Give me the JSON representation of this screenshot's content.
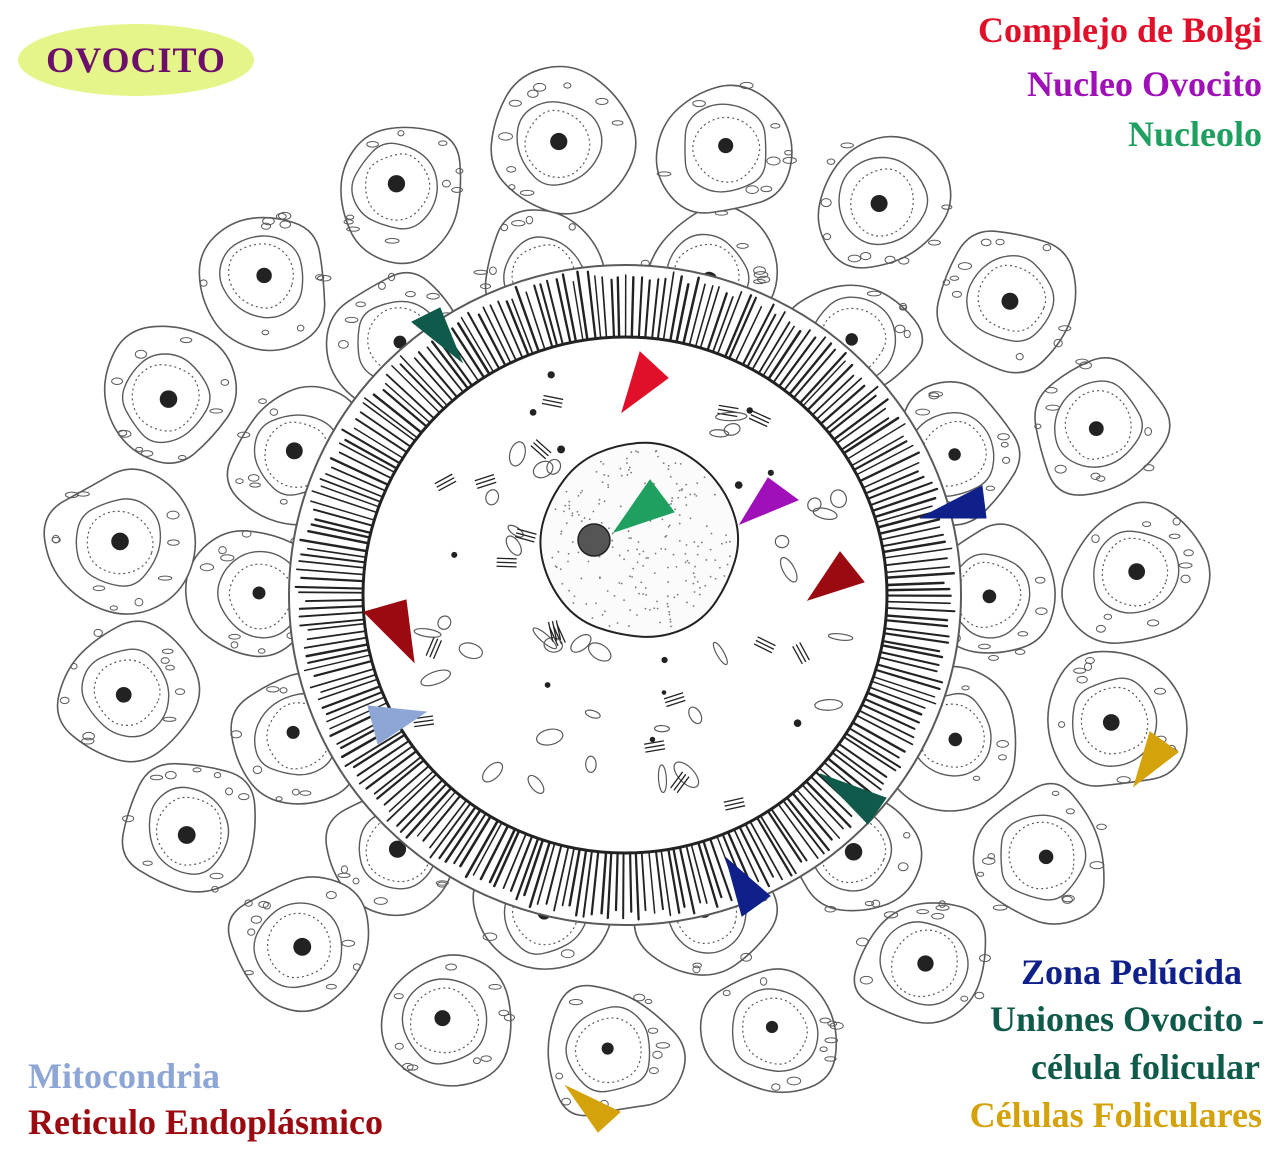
{
  "title": {
    "text": "OVOCITO",
    "text_color": "#6b0f6b",
    "badge_color": "#e6f58a"
  },
  "legend": {
    "golgi": {
      "label": "Complejo de Bolgi",
      "color": "#e0102a"
    },
    "nucleus": {
      "label": "Nucleo Ovocito",
      "color": "#a010b8"
    },
    "nucleolus": {
      "label": "Nucleolo",
      "color": "#1fa060"
    },
    "zona": {
      "label": "Zona Pelúcida",
      "color": "#10208a"
    },
    "unions_1": {
      "label": "Uniones Ovocito -",
      "color": "#0f5a4a"
    },
    "unions_2": {
      "label": "célula folicular",
      "color": "#0f5a4a"
    },
    "follicular": {
      "label": "Células Foliculares",
      "color": "#d4a20a"
    },
    "mito": {
      "label": "Mitocondria",
      "color": "#8ea6d6"
    },
    "er": {
      "label": "Reticulo Endoplásmico",
      "color": "#9a0a10"
    }
  },
  "drawing": {
    "line_color": "#5a5a5a",
    "dark_color": "#222222"
  }
}
